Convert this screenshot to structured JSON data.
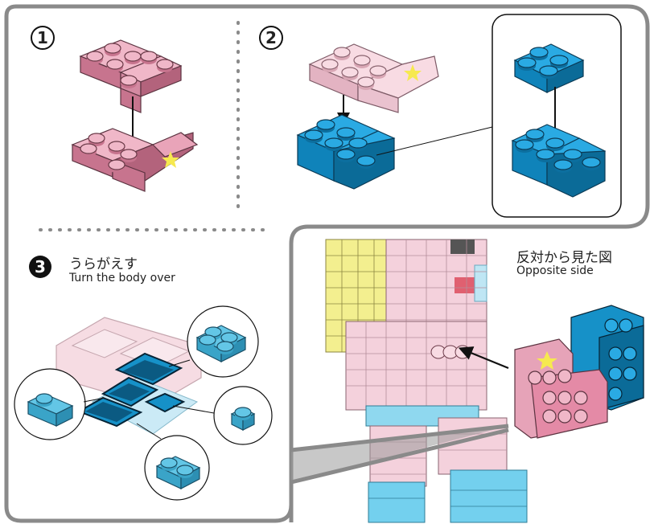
{
  "steps": {
    "step1": {
      "number": "1"
    },
    "step2": {
      "number": "2"
    },
    "step3": {
      "number": "3",
      "title_ja": "うらがえす",
      "title_en": "Turn the body over"
    }
  },
  "opposite": {
    "label_ja": "反対から見た図",
    "label_en": "Opposite side"
  },
  "colors": {
    "frame": "#888888",
    "pink": "#e6a3b8",
    "pink_dark": "#c7748e",
    "light_pink": "#f2cdd8",
    "blue": "#1e9bd6",
    "blue_dark": "#0c6f9f",
    "light_blue": "#7fd4ec",
    "yellow": "#f7ea5a",
    "star": "#f6e94f"
  },
  "icons": [
    "down-arrow-icon",
    "star-icon",
    "left-arrow-icon"
  ]
}
